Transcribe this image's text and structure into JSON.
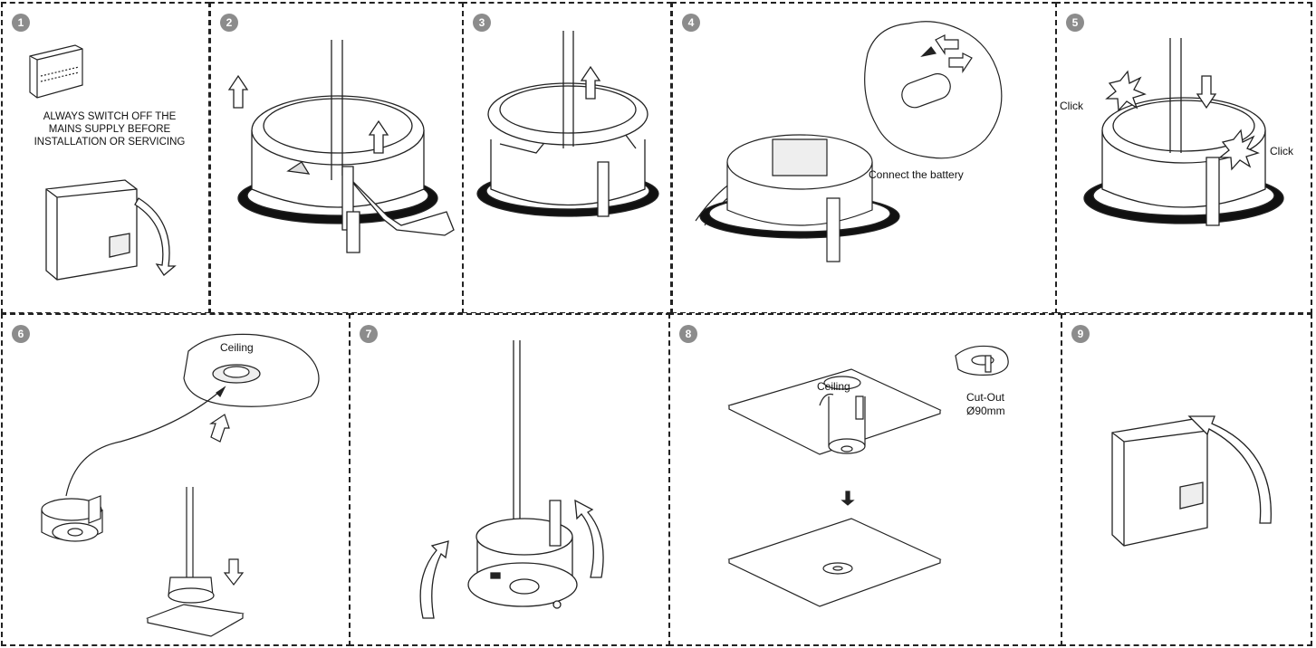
{
  "steps": [
    {
      "number": "1",
      "text_lines": [
        "ALWAYS SWITCH OFF THE",
        "MAINS SUPPLY BEFORE",
        "INSTALLATION OR SERVICING"
      ]
    },
    {
      "number": "2"
    },
    {
      "number": "3"
    },
    {
      "number": "4",
      "caption": "Connect the battery"
    },
    {
      "number": "5",
      "click_left": "Click",
      "click_right": "Click"
    },
    {
      "number": "6",
      "ceiling": "Ceiling"
    },
    {
      "number": "7"
    },
    {
      "number": "8",
      "ceiling": "Ceiling",
      "cutout_line1": "Cut-Out",
      "cutout_line2": "Ø90mm"
    },
    {
      "number": "9"
    }
  ]
}
